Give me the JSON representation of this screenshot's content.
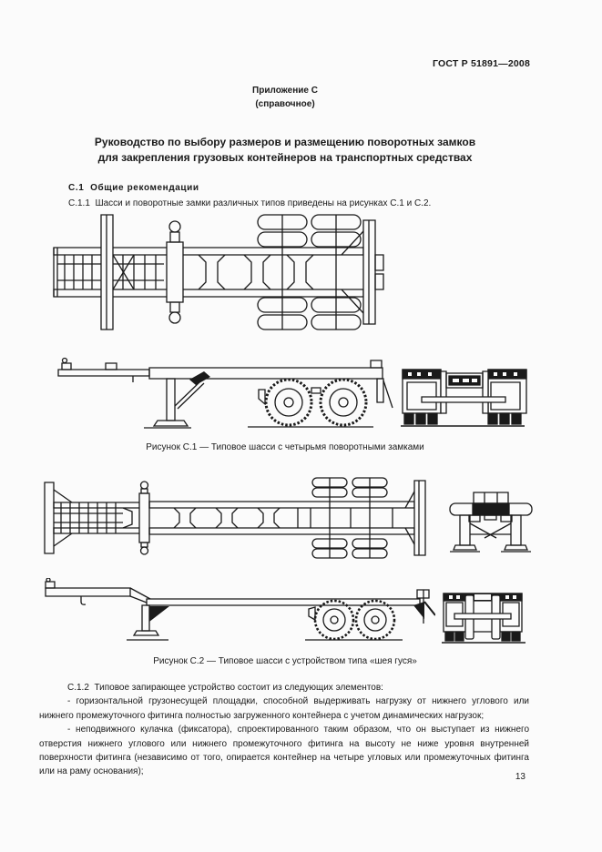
{
  "doc": {
    "header": "ГОСТ Р 51891—2008",
    "appendix": {
      "line1": "Приложение С",
      "line2": "(справочное)"
    },
    "title": {
      "line1": "Руководство по выбору размеров и размещению поворотных замков",
      "line2": "для закрепления грузовых контейнеров на транспортных средствах"
    },
    "section": {
      "heading": "С.1  Общие рекомендации",
      "para_c11": "С.1.1  Шасси и поворотные замки различных типов приведены на рисунках С.1 и С.2."
    },
    "figures": {
      "c1_caption": "Рисунок С.1 — Типовое шасси с четырьмя поворотными замками",
      "c2_caption": "Рисунок С.2 — Типовое шасси с устройством типа «шея гуся»"
    },
    "para_c12": {
      "intro": "С.1.2  Типовое запирающее устройство состоит из следующих элементов:",
      "item1": "- горизонтальной грузонесущей площадки, способной выдерживать нагрузку от нижнего углового или нижнего промежуточного фитинга полностью загруженного контейнера с учетом динамических нагрузок;",
      "item2": "- неподвижного кулачка (фиксатора), спроектированного таким образом, что он выступает из нижнего отверстия нижнего углового или нижнего промежуточного фитинга на высоту не ниже уровня внутренней поверхности фитинга (независимо от того, опирается контейнер на четыре угловых или промежуточных фитинга или на раму основания);"
    },
    "page_number": "13"
  }
}
